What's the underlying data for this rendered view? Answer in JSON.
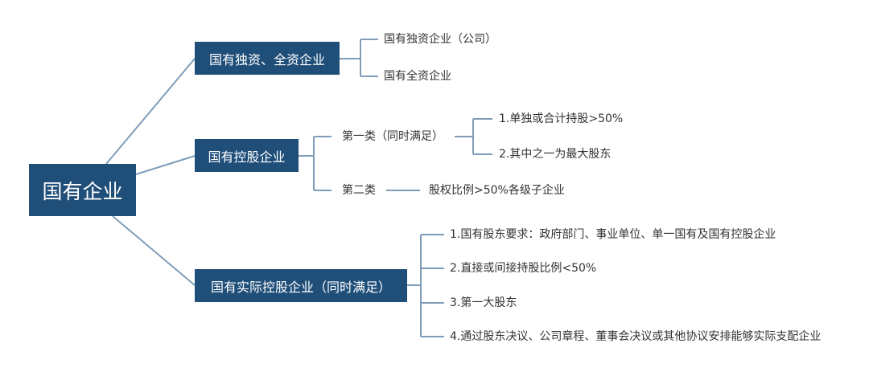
{
  "root": "国有企业",
  "branches": {
    "wholly": {
      "label": "国有独资、全资企业",
      "items": [
        "国有独资企业（公司）",
        "国有全资企业"
      ]
    },
    "holding": {
      "label": "国有控股企业",
      "class1": {
        "label": "第一类（同时满足）",
        "items": [
          "1.单独或合计持股>50%",
          "2.其中之一为最大股东"
        ]
      },
      "class2": {
        "label": "第二类",
        "item": "股权比例>50%各级子企业"
      }
    },
    "actual": {
      "label": "国有实际控股企业（同时满足）",
      "items": [
        "1.国有股东要求：政府部门、事业单位、单一国有及国有控股企业",
        "2.直接或间接持股比例<50%",
        "3.第一大股东",
        "4.通过股东决议、公司章程、董事会决议或其他协议安排能够实际支配企业"
      ]
    }
  },
  "colors": {
    "box": "#1f4e79",
    "line": "#7f9db9",
    "text": "#333333"
  }
}
